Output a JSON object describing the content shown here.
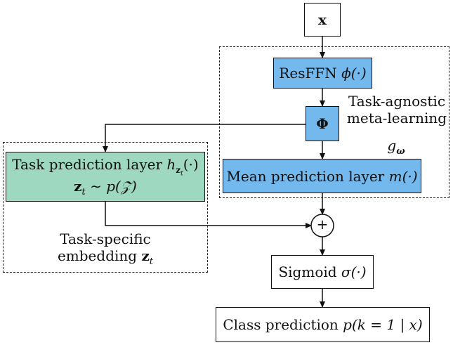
{
  "nodes": {
    "input": {
      "text": "x"
    },
    "resffn": {
      "name": "ResFFN",
      "fn": "ϕ(·)"
    },
    "phi": {
      "text": "Φ"
    },
    "mean": {
      "name": "Mean prediction layer",
      "fn": "m(·)"
    },
    "task_pred": {
      "name": "Task prediction layer",
      "fn": "h",
      "sub": "z",
      "subsub": "t",
      "tail": "(·)",
      "line2": "z",
      "line2_sub": "t",
      "line2_rest": " ∼ p(𝒵)"
    },
    "plus": {
      "text": "+"
    },
    "sigmoid": {
      "name": "Sigmoid",
      "fn": "σ(·)"
    },
    "class_pred": {
      "name": "Class prediction",
      "fn": "p(k = 1 | x)"
    }
  },
  "groups": {
    "agnostic": {
      "line1": "Task-agnostic",
      "line2": "meta-learning",
      "symbol": "g",
      "symbol_sub": "ω"
    },
    "specific": {
      "line1": "Task-specific",
      "line2_text": "embedding ",
      "line2_bold": "z",
      "line2_sub": "t"
    }
  }
}
